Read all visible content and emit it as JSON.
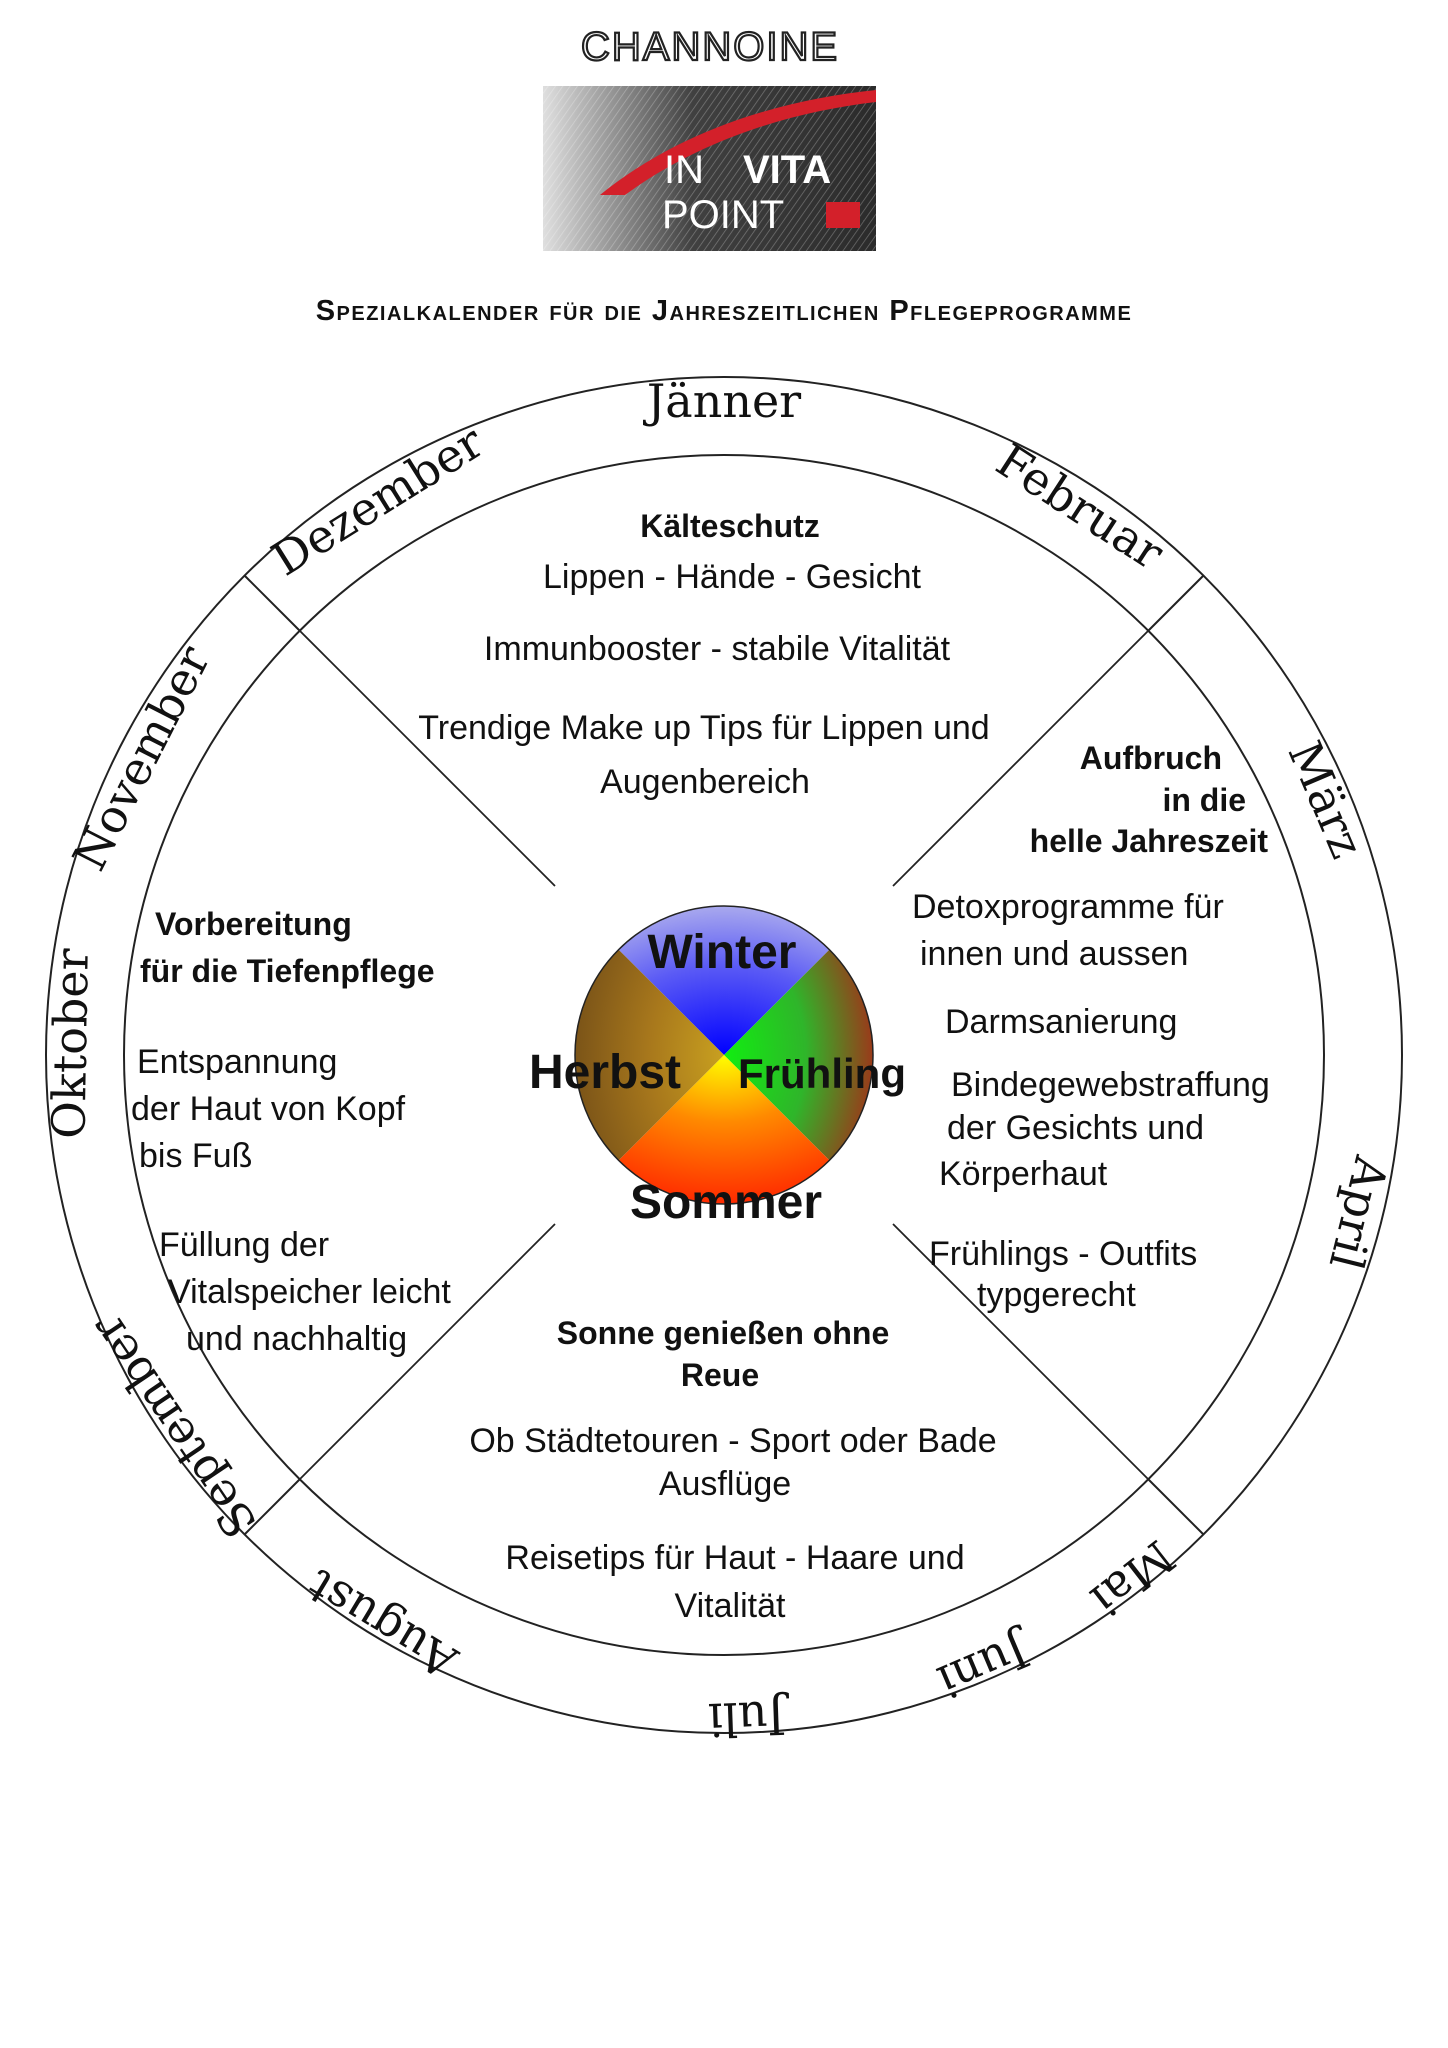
{
  "brand": {
    "name": "CHANNOINE",
    "logo_line1_thin": "IN",
    "logo_line1_bold": "VITA",
    "logo_line2": "POINT",
    "colors": {
      "dark": "#2e2e2e",
      "red": "#d3202a"
    }
  },
  "title": "Spezialkalender für die Jahreszeitlichen Pflegeprogramme",
  "months": {
    "jan": "Jänner",
    "feb": "Februar",
    "mar": "März",
    "apr": "April",
    "may": "Mai",
    "jun": "Juni",
    "jul": "Juli",
    "aug": "August",
    "sep": "September",
    "oct": "Oktober",
    "nov": "November",
    "dec": "Dezember"
  },
  "seasons": {
    "winter": {
      "name": "Winter",
      "color": "#3a3ae8"
    },
    "spring": {
      "name": "Frühling",
      "color": "#22c41c"
    },
    "summer": {
      "name": "Sommer",
      "color": "#ff5a00"
    },
    "autumn": {
      "name": "Herbst",
      "color": "#a06a1c"
    }
  },
  "winter_text": {
    "heading": "Kälteschutz",
    "line1": "Lippen - Hände - Gesicht",
    "line2": "Immunbooster - stabile Vitalität",
    "line3": "Trendige Make up Tips für Lippen und",
    "line4": "Augenbereich"
  },
  "spring_text": {
    "heading1": "Aufbruch",
    "heading2": "in die",
    "heading3": "helle Jahreszeit",
    "detox1": "Detoxprogramme für",
    "detox2": "innen und aussen",
    "darm": "Darmsanierung",
    "binde1": "Bindegewebstraffung",
    "binde2": "der Gesichts und",
    "binde3": "Körperhaut",
    "outfit1": "Frühlings - Outfits",
    "outfit2": "typgerecht"
  },
  "autumn_text": {
    "heading1": "Vorbereitung",
    "heading2": "für die Tiefenpflege",
    "ent1": "Entspannung",
    "ent2": "der Haut von Kopf",
    "ent3": "bis Fuß",
    "fill1": "Füllung der",
    "fill2": "Vitalspeicher leicht",
    "fill3": "und nachhaltig"
  },
  "summer_text": {
    "heading1": "Sonne genießen ohne",
    "heading2": "Reue",
    "line1": "Ob Städtetouren - Sport oder Bade",
    "line2": "Ausflüge",
    "line3": "Reisetips für Haut - Haare und",
    "line4": "Vitalität"
  }
}
